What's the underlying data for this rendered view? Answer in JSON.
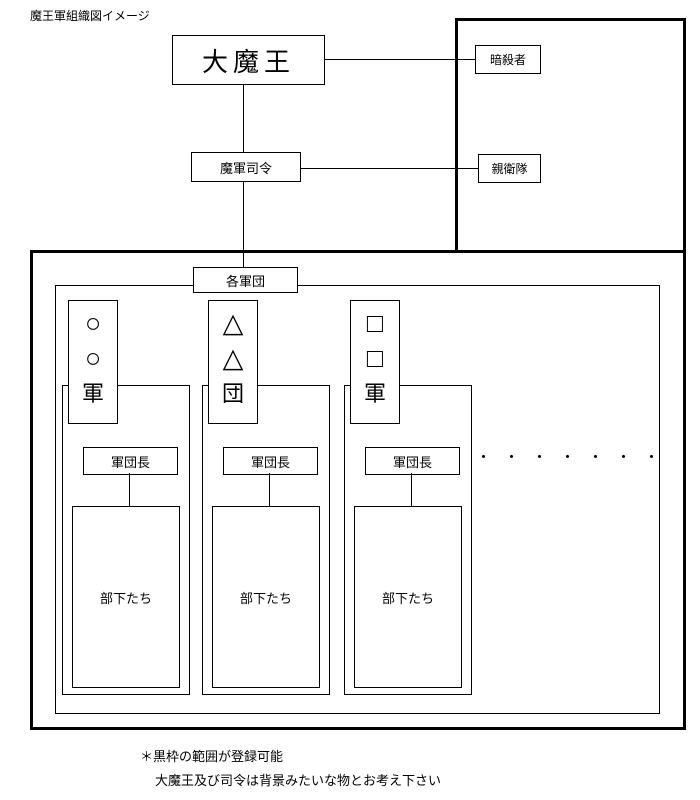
{
  "title": "魔王軍組織図イメージ",
  "chart": {
    "demon_king": "大魔王",
    "assassin": "暗殺者",
    "commander": "魔軍司令",
    "royal_guard": "親衛隊",
    "corps_header": "各軍団",
    "groups": [
      {
        "chars": [
          "○",
          "○",
          "軍"
        ],
        "leader": "軍団長",
        "members": "部下たち"
      },
      {
        "chars": [
          "△",
          "△",
          "団"
        ],
        "leader": "軍団長",
        "members": "部下たち"
      },
      {
        "chars": [
          "□",
          "□",
          "軍"
        ],
        "leader": "軍団長",
        "members": "部下たち"
      }
    ],
    "ellipsis": "・・・・・・・"
  },
  "notes": {
    "line1": "＊黒枠の範囲が登録可能",
    "line2": "大魔王及び司令は背景みたいな物とお考え下さい"
  }
}
